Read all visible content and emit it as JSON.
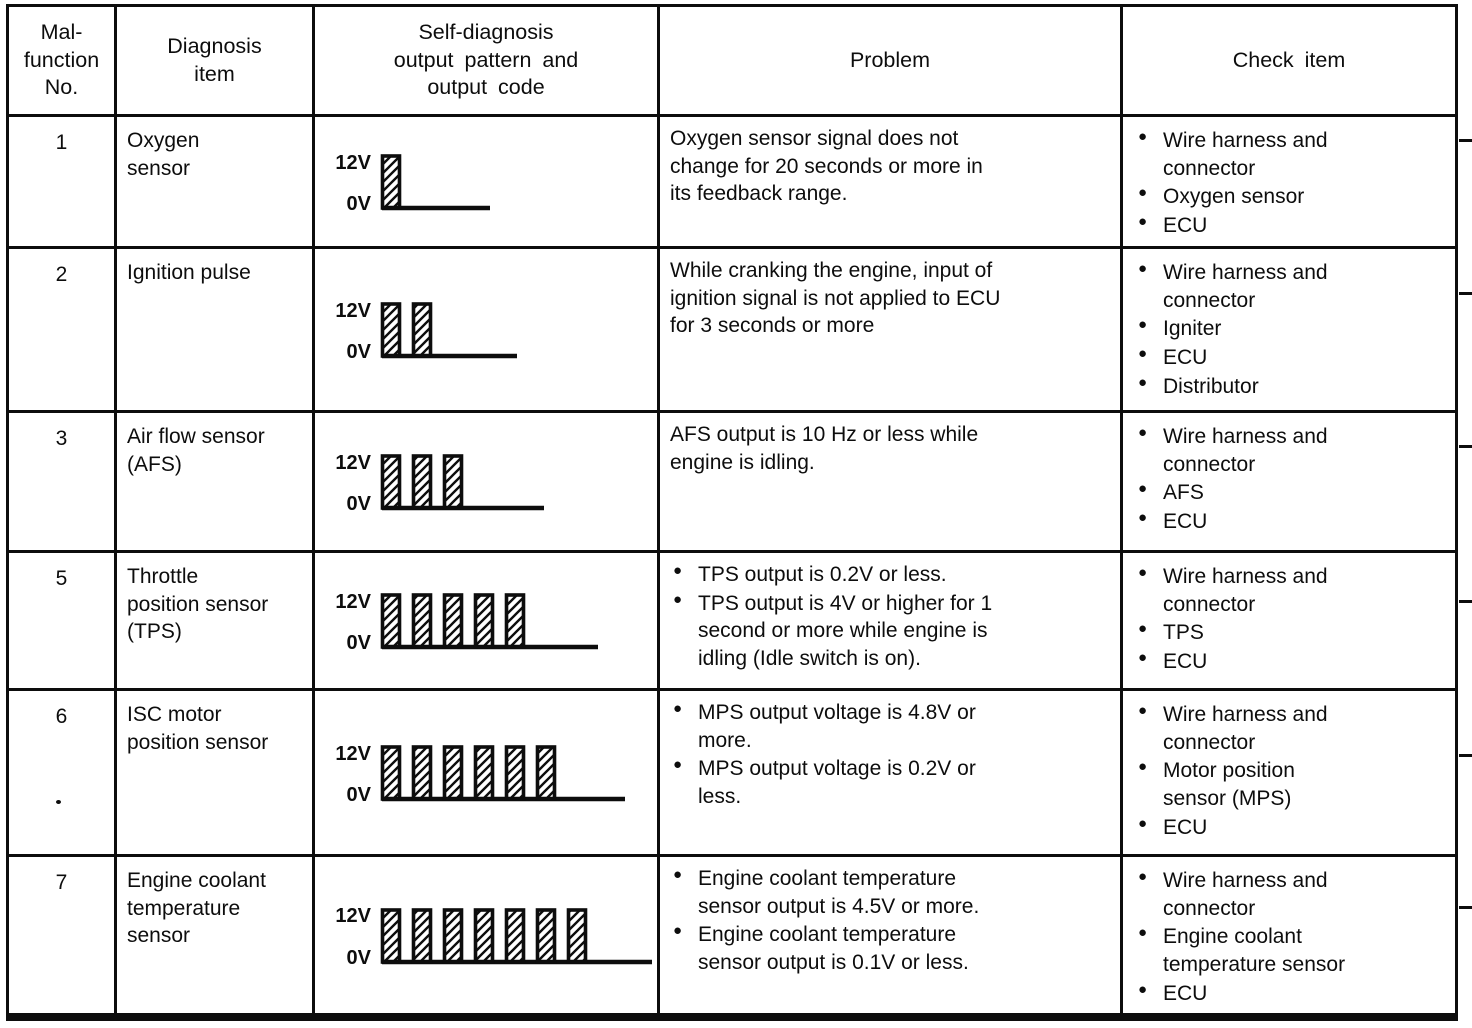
{
  "ink_color": "#0d0d0d",
  "paper_color": "#ffffff",
  "table": {
    "columns": [
      {
        "id": "no",
        "label": "Mal-\nfunction\nNo."
      },
      {
        "id": "item",
        "label": "Diagnosis\nitem"
      },
      {
        "id": "pattern",
        "label": "Self-diagnosis\noutput pattern and\noutput code"
      },
      {
        "id": "problem",
        "label": "Problem"
      },
      {
        "id": "check",
        "label": "Check item"
      }
    ],
    "rows": [
      {
        "no": "1",
        "item": "Oxygen\nsensor",
        "waveform": {
          "high": "12V",
          "low": "0V",
          "pulses": 1
        },
        "problems": [
          "Oxygen sensor signal does not\nchange for 20 seconds or more in\nits feedback range."
        ],
        "problems_bulleted": false,
        "checks": [
          "Wire harness and\nconnector",
          "Oxygen sensor",
          "ECU"
        ]
      },
      {
        "no": "2",
        "item": "Ignition pulse",
        "waveform": {
          "high": "12V",
          "low": "0V",
          "pulses": 2
        },
        "problems": [
          "While cranking the engine, input of\nignition signal is not applied to ECU\nfor 3 seconds or more"
        ],
        "problems_bulleted": false,
        "checks": [
          "Wire harness and\nconnector",
          "Igniter",
          "ECU",
          "Distributor"
        ]
      },
      {
        "no": "3",
        "item": "Air flow sensor\n(AFS)",
        "waveform": {
          "high": "12V",
          "low": "0V",
          "pulses": 3
        },
        "problems": [
          "AFS output is 10 Hz or less while\nengine is idling."
        ],
        "problems_bulleted": false,
        "checks": [
          "Wire harness and\nconnector",
          "AFS",
          "ECU"
        ]
      },
      {
        "no": "5",
        "item": "Throttle\nposition sensor\n(TPS)",
        "waveform": {
          "high": "12V",
          "low": "0V",
          "pulses": 5
        },
        "problems": [
          "TPS output is 0.2V or less.",
          "TPS output is 4V or higher for 1\nsecond or more while engine is\nidling (Idle switch is on)."
        ],
        "problems_bulleted": true,
        "checks": [
          "Wire harness and\nconnector",
          "TPS",
          "ECU"
        ]
      },
      {
        "no": "6",
        "item": "ISC motor\nposition sensor",
        "waveform": {
          "high": "12V",
          "low": "0V",
          "pulses": 6
        },
        "problems": [
          "MPS output voltage is 4.8V or\nmore.",
          "MPS output voltage is 0.2V or\nless."
        ],
        "problems_bulleted": true,
        "checks": [
          "Wire harness and\nconnector",
          "Motor position\nsensor (MPS)",
          "ECU"
        ]
      },
      {
        "no": "7",
        "item": "Engine coolant\ntemperature\nsensor",
        "waveform": {
          "high": "12V",
          "low": "0V",
          "pulses": 7
        },
        "problems": [
          "Engine coolant temperature\nsensor output is 4.5V or more.",
          "Engine coolant temperature\nsensor output is 0.1V or less."
        ],
        "problems_bulleted": true,
        "checks": [
          "Wire harness and\nconnector",
          "Engine coolant\ntemperature sensor",
          "ECU"
        ]
      }
    ]
  }
}
